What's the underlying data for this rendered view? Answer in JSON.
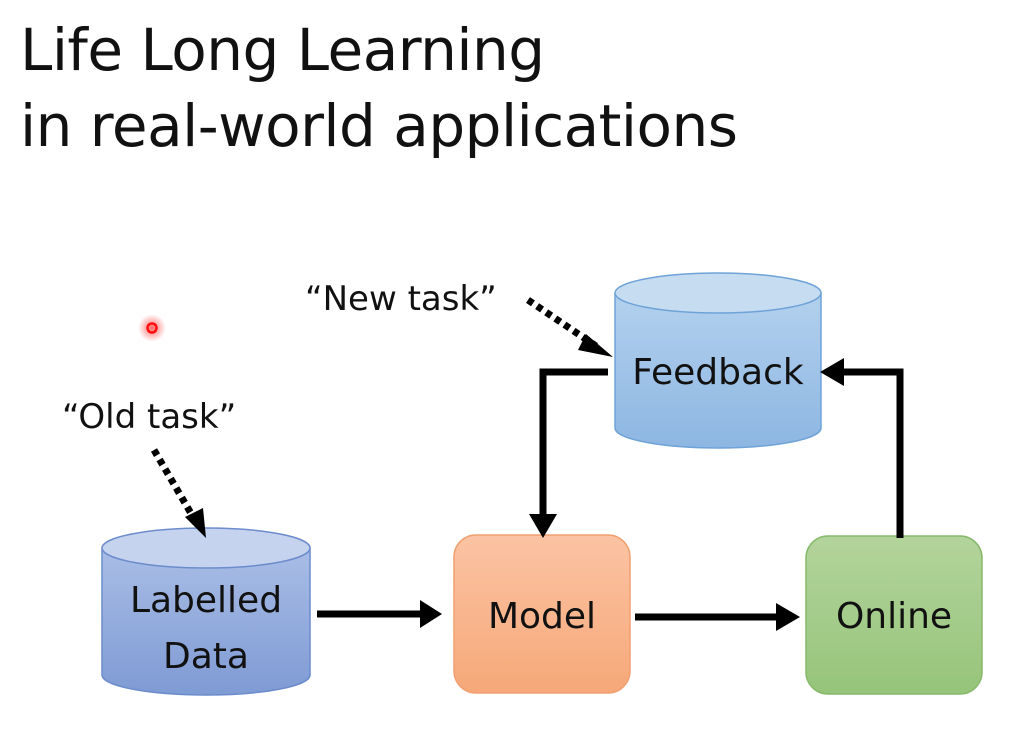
{
  "slide": {
    "title_line1": "Life Long Learning",
    "title_line2": "in real-world applications"
  },
  "diagram": {
    "nodes": {
      "labelled_data": {
        "line1": "Labelled",
        "line2": "Data",
        "shape": "cylinder",
        "color": "#8faadc"
      },
      "model": {
        "label": "Model",
        "shape": "rounded-rect",
        "color": "#f8b088"
      },
      "online": {
        "label": "Online",
        "shape": "rounded-rect",
        "color": "#a5cc8a"
      },
      "feedback": {
        "label": "Feedback",
        "shape": "cylinder",
        "color": "#9dc3e6"
      }
    },
    "annotations": {
      "old_task": "“Old task”",
      "new_task": "“New task”"
    },
    "edges": [
      {
        "from": "labelled_data",
        "to": "model",
        "style": "solid"
      },
      {
        "from": "model",
        "to": "online",
        "style": "solid"
      },
      {
        "from": "online",
        "to": "feedback",
        "style": "solid"
      },
      {
        "from": "feedback",
        "to": "model",
        "style": "solid"
      },
      {
        "from": "old_task",
        "to": "labelled_data",
        "style": "dotted"
      },
      {
        "from": "new_task",
        "to": "feedback",
        "style": "dotted"
      }
    ]
  },
  "pointer": {
    "icon": "laser-pointer-icon",
    "color": "#ff2020"
  }
}
